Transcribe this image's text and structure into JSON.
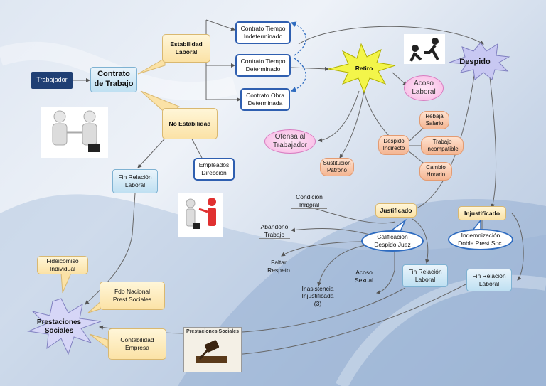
{
  "colors": {
    "blue_border": "#2f5fb0",
    "navy": "#1f3f74",
    "yellow": "#fbe2a6",
    "peach": "#f4b592",
    "pink": "#f7b6e3",
    "light_blue": "#bfe0f2",
    "starburst_yellow": "#f3f54a",
    "starburst_purple": "#c8c8f2"
  },
  "icons": {
    "handshake": "handshake-people-icon",
    "pointing": "pointing-people-icon",
    "pushing": "pushing-people-icon",
    "gavel": "gavel-book-icon"
  },
  "nodes": {
    "trabajador": "Trabajador",
    "contrato_trabajo": "Contrato\nde Trabajo",
    "estabilidad_laboral": "Estabilidad\nLaboral",
    "no_estabilidad": "No Estabilidad",
    "contrato_indeterminado": "Contrato Tiempo\nIndeterminado",
    "contrato_determinado": "Contrato Tiempo\nDeterminado",
    "contrato_obra": "Contrato Obra\nDeterminada",
    "retiro": "Retiro",
    "despido": "Despido",
    "acoso_laboral": "Acoso\nLaboral",
    "rebaja_salario": "Rebaja\nSalario",
    "trabajo_incompatible": "Trabajo\nIncompatible",
    "cambio_horario": "Cambio\nHorario",
    "despido_indirecto": "Despido\nIndirecto",
    "ofensa_trabajador": "Ofensa al\nTrabajador",
    "sustitucion_patrono": "Sustitución\nPatrono",
    "empleados_direccion": "Empleados\nDirección",
    "fin_relacion_1": "Fin Relación\nLaboral",
    "condicion_inmoral": "Condición\nInmoral",
    "justificado": "Justificado",
    "injustificado": "Injustificado",
    "abandono_trabajo": "Abandono\nTrabajo",
    "calificacion_despido": "Calificación\nDespido Juez",
    "indemnizacion": "Indemnización\nDoble Prest.Soc.",
    "faltar_respeto": "Faltar\nRespeto",
    "acoso_sexual": "Acoso\nSexual",
    "fin_relacion_2": "Fin Relación\nLaboral",
    "fin_relacion_3": "Fin Relación\nLaboral",
    "inasistencia": "Inasistencia\nInjustificada (3)",
    "fideicomiso": "Fideicomiso\nIndividual",
    "fdo_nacional": "Fdo Nacional\nPrest.Sociales",
    "prestaciones_sociales": "Prestaciones\nSociales",
    "contabilidad_empresa": "Contabilidad\nEmpresa",
    "book_title": "Prestaciones Sociales"
  }
}
